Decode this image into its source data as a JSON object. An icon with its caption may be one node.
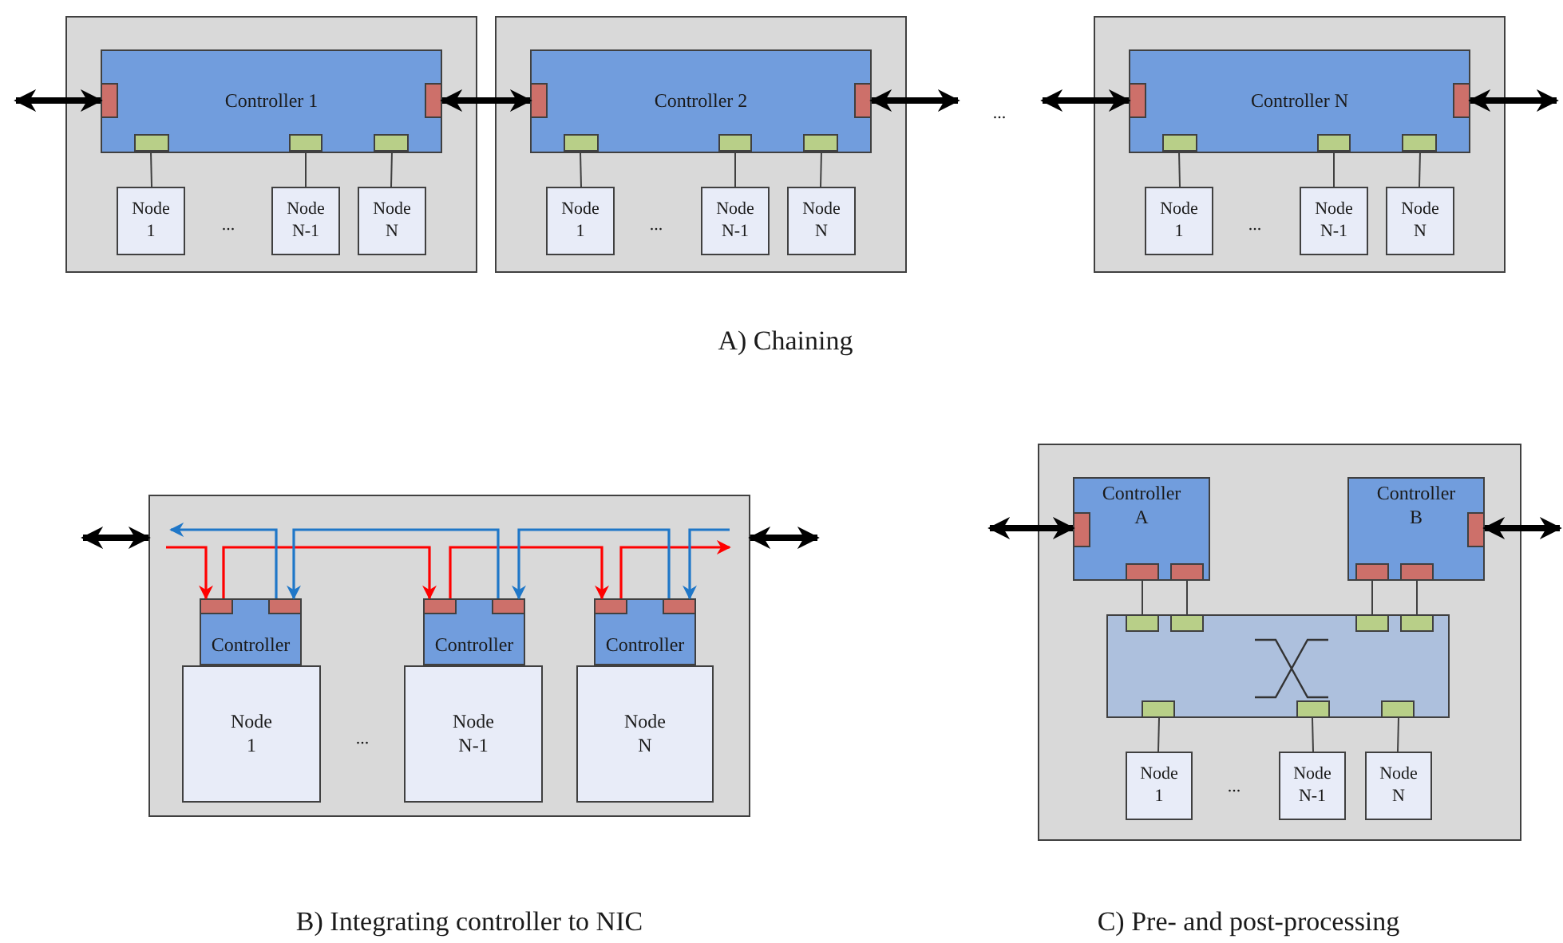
{
  "diagram": {
    "nodes": [
      {
        "text": [],
        "shape": "box"
      },
      {
        "text": [
          "Controller 1"
        ],
        "in": 0
      },
      {
        "text": [],
        "shape": "box",
        "in": 1
      },
      {
        "text": [],
        "shape": "box",
        "in": 1
      },
      {
        "text": [],
        "shape": "box",
        "in": 1
      },
      {
        "text": [],
        "shape": "box",
        "in": 1
      },
      {
        "text": [],
        "shape": "box",
        "in": 1
      },
      {
        "text": [
          "Node 1"
        ],
        "in": 0
      },
      {
        "text": [
          "Node N-1"
        ],
        "in": 0
      },
      {
        "text": [
          "Node N"
        ],
        "in": 0
      },
      {
        "text": [],
        "shape": "box"
      },
      {
        "text": [
          "Controller 2"
        ],
        "in": 10
      },
      {
        "text": [],
        "shape": "box",
        "in": 11
      },
      {
        "text": [],
        "shape": "box",
        "in": 11
      },
      {
        "text": [],
        "shape": "box",
        "in": 11
      },
      {
        "text": [],
        "shape": "box",
        "in": 11
      },
      {
        "text": [],
        "shape": "box",
        "in": 11
      },
      {
        "text": [
          "Node 1"
        ],
        "in": 10
      },
      {
        "text": [
          "Node N-1"
        ],
        "in": 10
      },
      {
        "text": [
          "Node N"
        ],
        "in": 10
      },
      {
        "text": [],
        "shape": "box"
      },
      {
        "text": [
          "Controller N"
        ],
        "in": 20
      },
      {
        "text": [],
        "shape": "box",
        "in": 21
      },
      {
        "text": [],
        "shape": "box",
        "in": 21
      },
      {
        "text": [],
        "shape": "box",
        "in": 21
      },
      {
        "text": [],
        "shape": "box",
        "in": 21
      },
      {
        "text": [],
        "shape": "box",
        "in": 21
      },
      {
        "text": [
          "Node 1"
        ],
        "in": 20
      },
      {
        "text": [
          "Node N-1"
        ],
        "in": 20
      },
      {
        "text": [
          "Node N"
        ],
        "in": 20
      },
      {
        "text": [],
        "shape": "box"
      },
      {
        "text": [
          "Controller"
        ],
        "in": 30
      },
      {
        "text": [],
        "shape": "box",
        "in": 31
      },
      {
        "text": [],
        "shape": "box",
        "in": 31
      },
      {
        "text": [
          "Node 1"
        ],
        "in": 30
      },
      {
        "text": [
          "Controller"
        ],
        "in": 30
      },
      {
        "text": [],
        "shape": "box",
        "in": 35
      },
      {
        "text": [],
        "shape": "box",
        "in": 35
      },
      {
        "text": [
          "Node N-1"
        ],
        "in": 30
      },
      {
        "text": [
          "Controller"
        ],
        "in": 30
      },
      {
        "text": [],
        "shape": "box",
        "in": 39
      },
      {
        "text": [],
        "shape": "box",
        "in": 39
      },
      {
        "text": [
          "Node N"
        ],
        "in": 30
      },
      {
        "text": [],
        "shape": "box"
      },
      {
        "text": [
          "Controller A"
        ],
        "in": 43
      },
      {
        "text": [],
        "shape": "box",
        "in": 44
      },
      {
        "text": [],
        "shape": "box",
        "in": 44
      },
      {
        "text": [],
        "shape": "box",
        "in": 44
      },
      {
        "text": [
          "Controller B"
        ],
        "in": 43
      },
      {
        "text": [],
        "shape": "box",
        "in": 48
      },
      {
        "text": [],
        "shape": "box",
        "in": 48
      },
      {
        "text": [],
        "shape": "box",
        "in": 48
      },
      {
        "text": [],
        "shape": "box",
        "in": 43
      },
      {
        "text": [],
        "shape": "box",
        "in": 52
      },
      {
        "text": [],
        "shape": "box",
        "in": 52
      },
      {
        "text": [],
        "shape": "box",
        "in": 52
      },
      {
        "text": [],
        "shape": "box",
        "in": 52
      },
      {
        "text": [],
        "shape": "box",
        "in": 52
      },
      {
        "text": [],
        "shape": "box",
        "in": 52
      },
      {
        "text": [],
        "shape": "box",
        "in": 52
      },
      {
        "text": [
          "Node 1"
        ],
        "in": 43
      },
      {
        "text": [
          "Node N-1"
        ],
        "in": 43
      },
      {
        "text": [
          "Node N"
        ],
        "in": 43
      }
    ],
    "edges": [
      {
        "from": null,
        "to": 2,
        "arrow": "both",
        "style": "thick",
        "color": "#000000"
      },
      {
        "from": 3,
        "to": 12,
        "arrow": "both",
        "style": "thick",
        "color": "#000000"
      },
      {
        "from": 13,
        "to": null,
        "arrow": "both",
        "style": "thick",
        "color": "#000000"
      },
      {
        "from": null,
        "to": 22,
        "arrow": "both",
        "style": "thick",
        "color": "#000000"
      },
      {
        "from": 23,
        "to": null,
        "arrow": "both",
        "style": "thick",
        "color": "#000000"
      },
      {
        "from": 4,
        "to": 7,
        "arrow": "none"
      },
      {
        "from": 5,
        "to": 8,
        "arrow": "none"
      },
      {
        "from": 6,
        "to": 9,
        "arrow": "none"
      },
      {
        "from": 14,
        "to": 17,
        "arrow": "none"
      },
      {
        "from": 15,
        "to": 18,
        "arrow": "none"
      },
      {
        "from": 16,
        "to": 19,
        "arrow": "none"
      },
      {
        "from": 24,
        "to": 27,
        "arrow": "none"
      },
      {
        "from": 25,
        "to": 28,
        "arrow": "none"
      },
      {
        "from": 26,
        "to": 29,
        "arrow": "none"
      },
      {
        "from": null,
        "to": 30,
        "arrow": "both",
        "style": "thick",
        "color": "#000000"
      },
      {
        "from": 30,
        "to": null,
        "arrow": "both",
        "style": "thick",
        "color": "#000000"
      },
      {
        "from": null,
        "to": 32,
        "arrow": "to",
        "color": "#ff0000"
      },
      {
        "from": 32,
        "to": 36,
        "arrow": "to",
        "color": "#ff0000"
      },
      {
        "from": 36,
        "to": 40,
        "arrow": "to",
        "color": "#ff0000"
      },
      {
        "from": 40,
        "to": null,
        "arrow": "to",
        "color": "#ff0000"
      },
      {
        "from": null,
        "to": 41,
        "arrow": "to",
        "color": "#1f77c8"
      },
      {
        "from": 41,
        "to": 37,
        "arrow": "to",
        "color": "#1f77c8"
      },
      {
        "from": 37,
        "to": 33,
        "arrow": "to",
        "color": "#1f77c8"
      },
      {
        "from": 33,
        "to": null,
        "arrow": "to",
        "color": "#1f77c8"
      },
      {
        "from": null,
        "to": 45,
        "arrow": "both",
        "style": "thick",
        "color": "#000000"
      },
      {
        "from": 51,
        "to": null,
        "arrow": "both",
        "style": "thick",
        "color": "#000000"
      },
      {
        "from": 46,
        "to": 53,
        "arrow": "none"
      },
      {
        "from": 47,
        "to": 54,
        "arrow": "none"
      },
      {
        "from": 49,
        "to": 55,
        "arrow": "none"
      },
      {
        "from": 50,
        "to": 56,
        "arrow": "none"
      },
      {
        "from": 57,
        "to": 60,
        "arrow": "none"
      },
      {
        "from": 58,
        "to": 61,
        "arrow": "none"
      },
      {
        "from": 59,
        "to": 62,
        "arrow": "none"
      }
    ],
    "labels": [
      "...",
      "...",
      "...",
      "...",
      "A) Chaining",
      "...",
      "...",
      "B) Integrating controller to NIC",
      "C) Pre- and post-processing"
    ]
  }
}
